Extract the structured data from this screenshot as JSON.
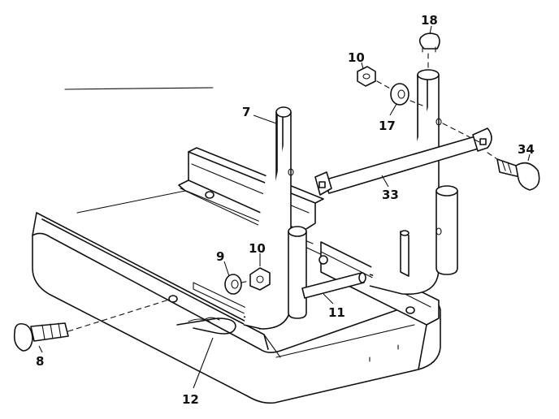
{
  "callouts": {
    "c7": "7",
    "c8": "8",
    "c9": "9",
    "c10a": "10",
    "c10b": "10",
    "c11": "11",
    "c12": "12",
    "c17": "17",
    "c18": "18",
    "c33": "33",
    "c34": "34"
  },
  "colors": {
    "ink": "#111111",
    "paper": "#ffffff"
  }
}
